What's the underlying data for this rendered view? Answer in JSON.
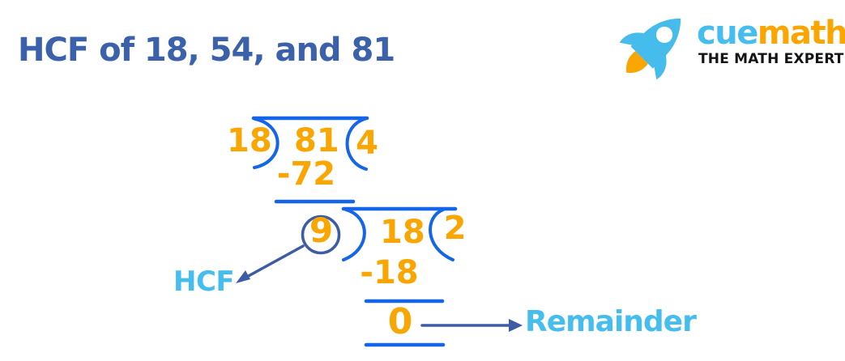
{
  "page": {
    "title": "HCF of 18, 54, and 81"
  },
  "logo": {
    "brand_cue": "cue",
    "brand_math": "math",
    "tagline": "THE MATH EXPERT"
  },
  "division_steps": [
    {
      "divisor": "18",
      "dividend": "81",
      "quotient": "4",
      "subtraction": "-72"
    },
    {
      "divisor": "9",
      "dividend": "18",
      "quotient": "2",
      "subtraction": "-18",
      "remainder": "0"
    }
  ],
  "labels": {
    "hcf": "HCF",
    "remainder": "Remainder"
  },
  "colors": {
    "title_blue": "#3B61AB",
    "bracket_blue": "#1565E9",
    "arrow_blue": "#3D5CA5",
    "label_light_blue": "#45BDEF",
    "number_orange": "#F9A602",
    "tagline_black": "#141414"
  }
}
